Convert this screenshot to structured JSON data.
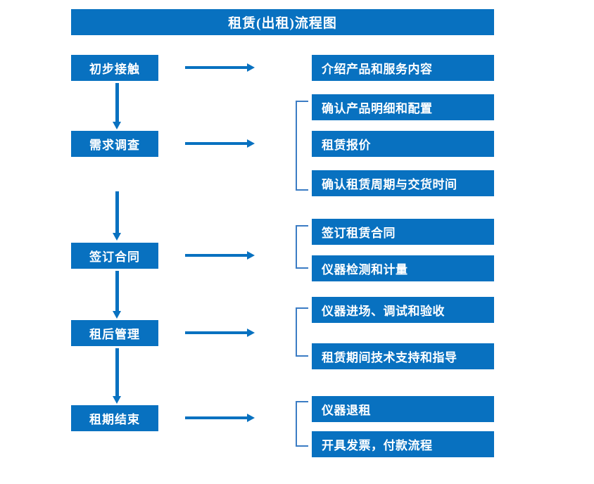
{
  "title": {
    "text": "租赁(出租)流程图"
  },
  "colors": {
    "box_fill": "#0871C0",
    "box_text": "#FFFFFF",
    "arrow": "#0871C0",
    "bracket": "#3B7CC4",
    "background": "#FFFFFF"
  },
  "stages": [
    {
      "label": "初步接触"
    },
    {
      "label": "需求调查"
    },
    {
      "label": "签订合同"
    },
    {
      "label": "租后管理"
    },
    {
      "label": "租期结束"
    }
  ],
  "details": [
    {
      "label": "介绍产品和服务内容"
    },
    {
      "label": "确认产品明细和配置"
    },
    {
      "label": "租赁报价"
    },
    {
      "label": "确认租赁周期与交货时间"
    },
    {
      "label": "签订租赁合同"
    },
    {
      "label": "仪器检测和计量"
    },
    {
      "label": "仪器进场、调试和验收"
    },
    {
      "label": "租赁期间技术支持和指导"
    },
    {
      "label": "仪器退租"
    },
    {
      "label": "开具发票，付款流程"
    }
  ],
  "arrows": {
    "horizontal_icon": "right-arrow-icon",
    "vertical_icon": "down-arrow-icon",
    "count_horizontal": 5,
    "count_vertical": 4
  },
  "brackets": {
    "icon": "group-bracket-icon",
    "count": 4
  }
}
